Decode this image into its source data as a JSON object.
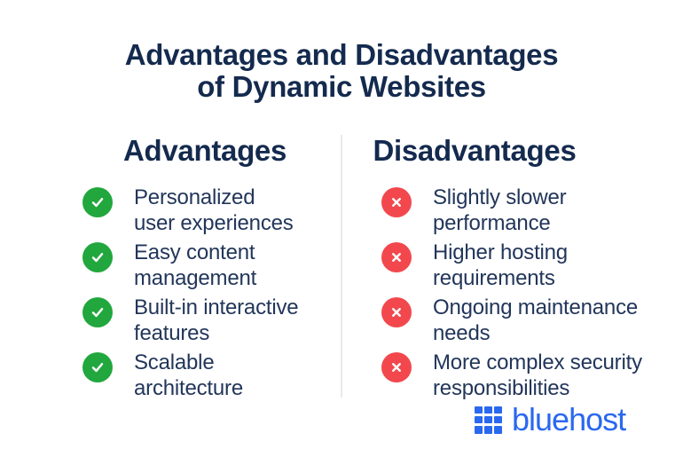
{
  "title": {
    "line1": "Advantages and Disadvantages",
    "line2": "of Dynamic Websites"
  },
  "columns": {
    "advantages": {
      "header": "Advantages",
      "icon": "check-icon",
      "items": [
        {
          "line1": "Personalized",
          "line2": "user experiences"
        },
        {
          "line1": "Easy content",
          "line2": "management"
        },
        {
          "line1": "Built-in interactive",
          "line2": "features"
        },
        {
          "line1": "Scalable",
          "line2": "architecture"
        }
      ]
    },
    "disadvantages": {
      "header": "Disadvantages",
      "icon": "x-icon",
      "items": [
        {
          "line1": "Slightly slower",
          "line2": "performance"
        },
        {
          "line1": "Higher hosting",
          "line2": "requirements"
        },
        {
          "line1": "Ongoing maintenance",
          "line2": "needs"
        },
        {
          "line1": "More complex security",
          "line2": "responsibilities"
        }
      ]
    }
  },
  "logo": {
    "text": "bluehost",
    "grid_icon": "bluehost-grid-icon"
  },
  "colors": {
    "title_navy": "#142A4E",
    "body_navy": "#22365A",
    "advantage_green": "#21A73D",
    "disadvantage_red": "#F2484D",
    "brand_blue": "#2A68F0",
    "divider_gray": "#E9E9E9",
    "background": "#FFFFFF"
  }
}
